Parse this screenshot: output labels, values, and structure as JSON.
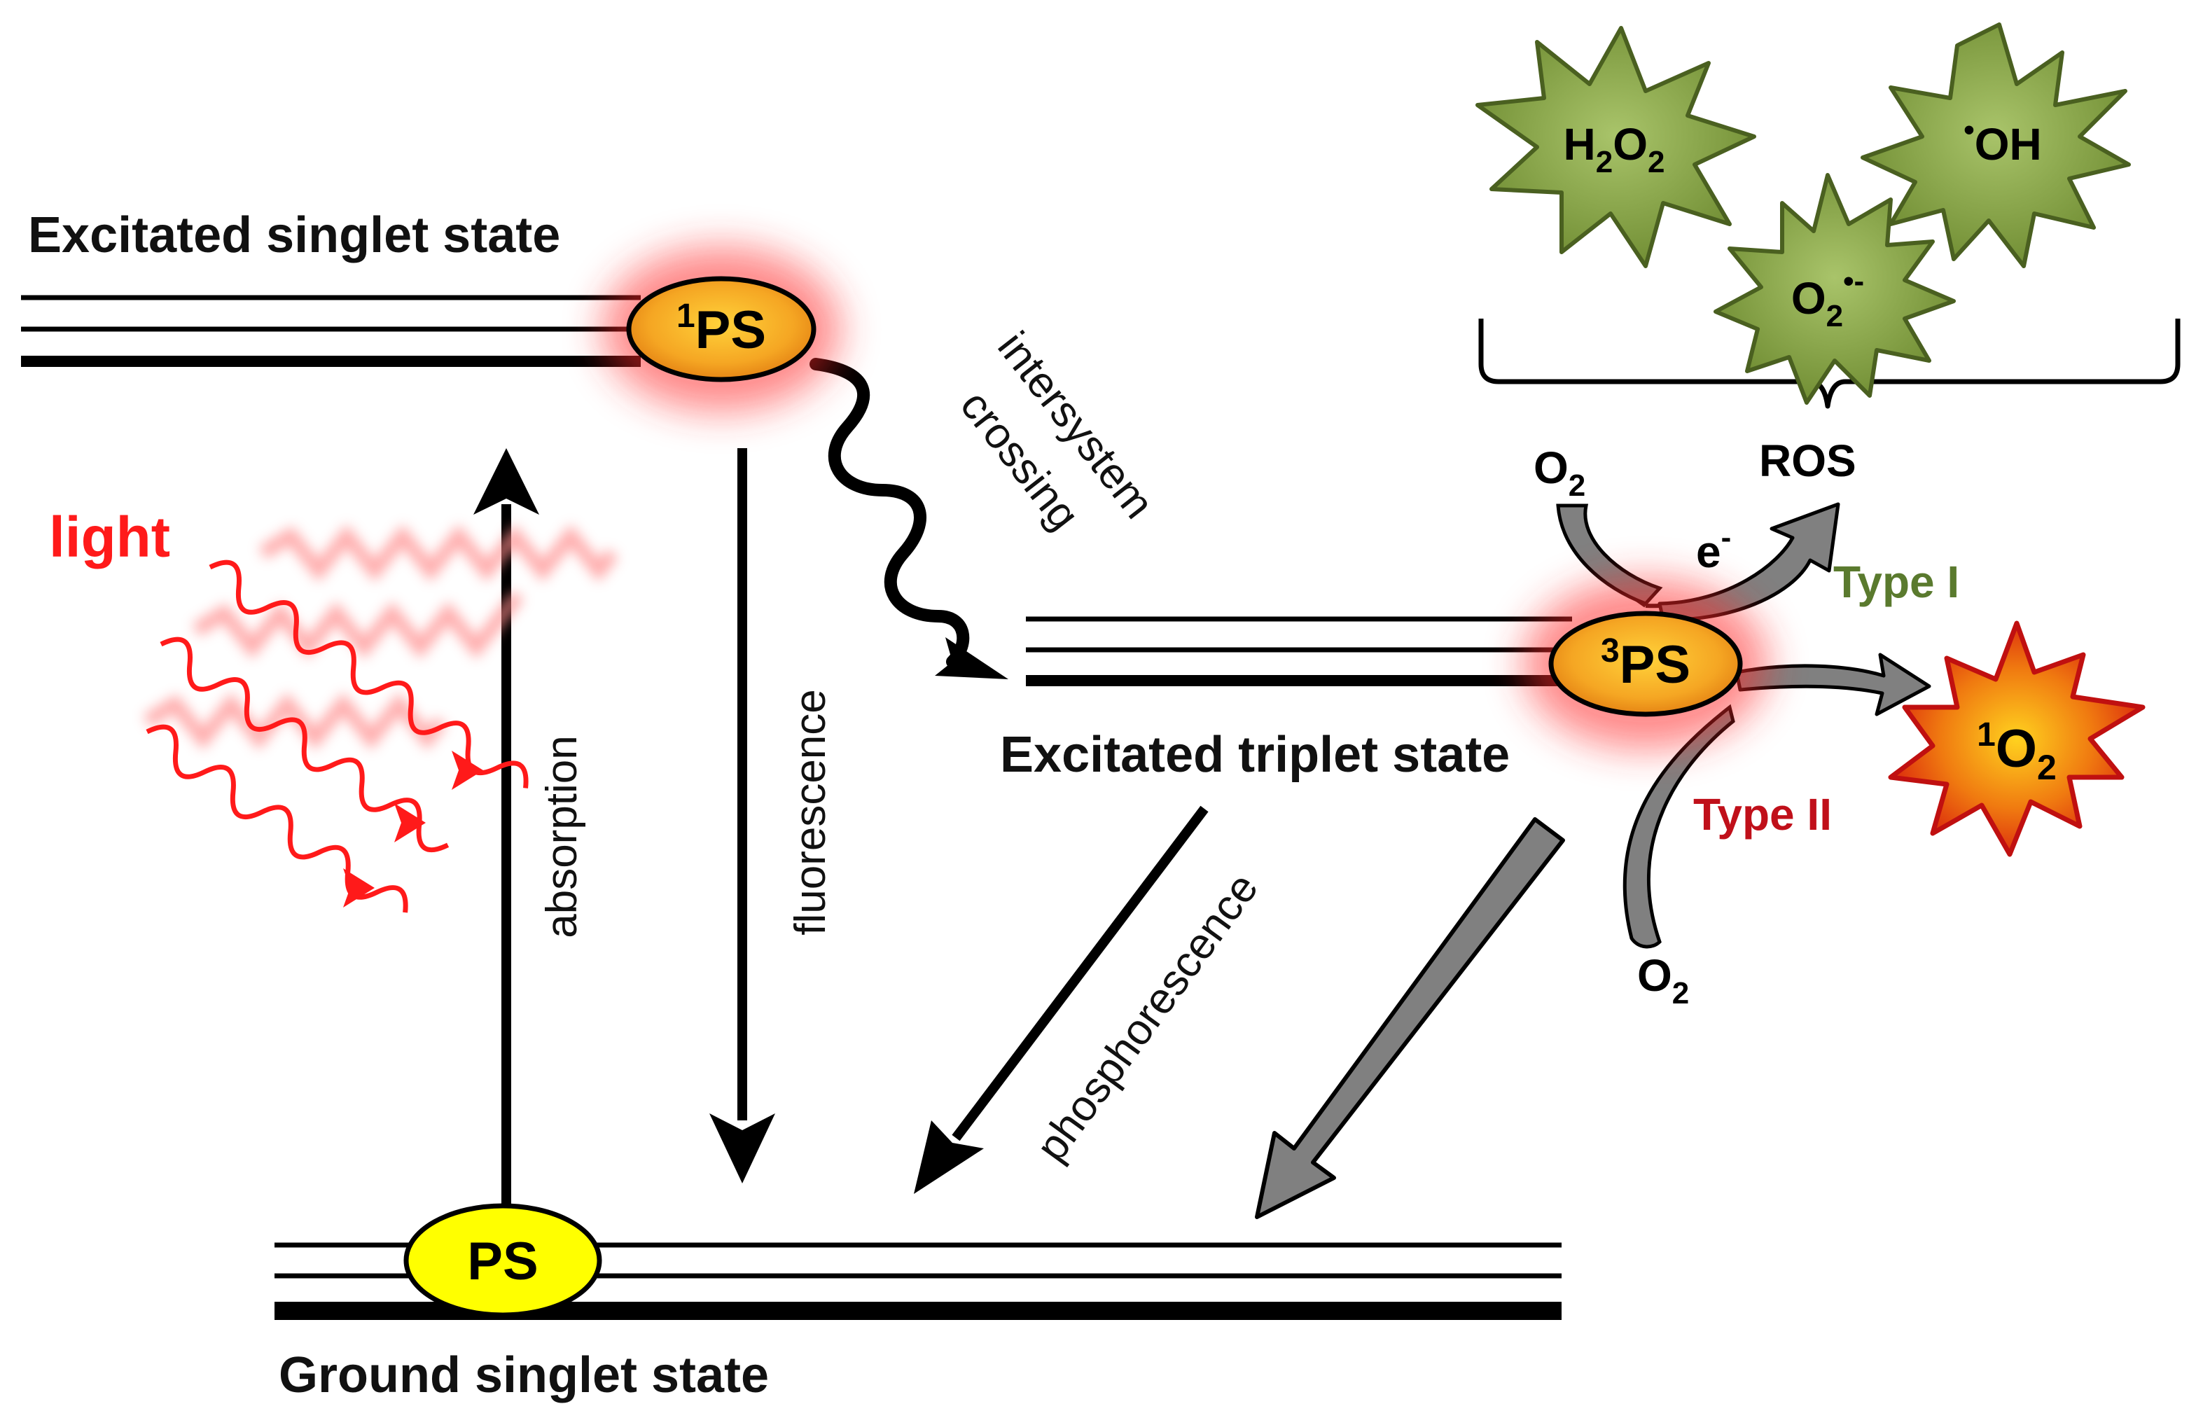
{
  "states": {
    "excited_singlet": "Excitated singlet state",
    "excited_triplet": "Excitated triplet state",
    "ground_singlet": "Ground singlet state"
  },
  "molecules": {
    "ps_ground": "PS",
    "ps_singlet_sup": "1",
    "ps_singlet": "PS",
    "ps_triplet_sup": "3",
    "ps_triplet": "PS"
  },
  "processes": {
    "light": "light",
    "absorption": "absorption",
    "fluorescence": "fluorescence",
    "intersystem_line1": "intersystem",
    "intersystem_line2": "crossing",
    "phosphorescence": "phosphorescence"
  },
  "reactions": {
    "o2_top": "O",
    "o2_top_sub": "2",
    "electron": "e",
    "electron_sup": "-",
    "ros": "ROS",
    "type1": "Type I",
    "type2": "Type II",
    "o2_bottom": "O",
    "o2_bottom_sub": "2",
    "singlet_oxygen_sup": "1",
    "singlet_oxygen": "O",
    "singlet_oxygen_sub": "2"
  },
  "ros_species": {
    "h2o2_h": "H",
    "h2o2_sub1": "2",
    "h2o2_o": "O",
    "h2o2_sub2": "2",
    "oh_dot": "•",
    "oh": "OH",
    "superoxide_o": "O",
    "superoxide_sub": "2",
    "superoxide_sup": "•-"
  },
  "colors": {
    "light_red": "#ff1a1a",
    "type1_green": "#5a7a2e",
    "type2_red": "#c0101a",
    "ros_star_fill": "#7f9a3c",
    "ros_star_stroke": "#4a6020",
    "ps_ground_fill": "#ffff00",
    "ps_excited_fill": "#f5a623",
    "singlet_oxygen_fill": "#e53010",
    "glow": "#ff3030",
    "grey_arrow": "#808080"
  }
}
